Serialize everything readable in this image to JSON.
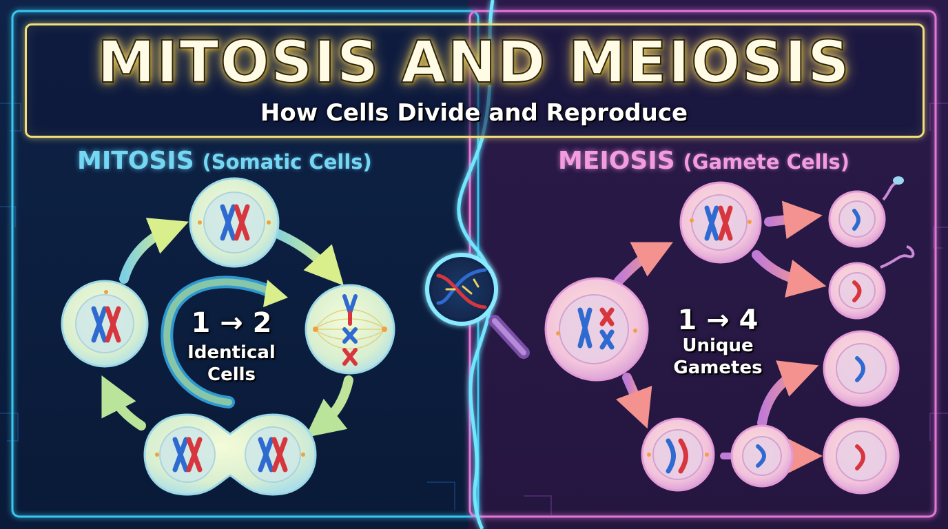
{
  "title": "MITOSIS AND MEIOSIS",
  "subtitle": "How Cells Divide and Reproduce",
  "mitosis": {
    "heading": "MITOSIS",
    "subheading": "(Somatic Cells)",
    "ratio": "1 → 2",
    "result_line1": "Identical",
    "result_line2": "Cells"
  },
  "meiosis": {
    "heading": "MEIOSIS",
    "subheading": "(Gamete Cells)",
    "ratio": "1 → 4",
    "result_line1": "Unique",
    "result_line2": "Gametes"
  },
  "colors": {
    "mitosis_accent": "#74d7f4",
    "meiosis_accent": "#f39ce0",
    "title_glow": "#f6d25e",
    "chromosome_blue": "#2f6ad0",
    "chromosome_red": "#d8363e",
    "mitosis_cell": "#e6f4cf",
    "meiosis_cell": "#f5c7de"
  },
  "icons": [
    "magnifying-glass-icon",
    "dna-helix-icon"
  ]
}
